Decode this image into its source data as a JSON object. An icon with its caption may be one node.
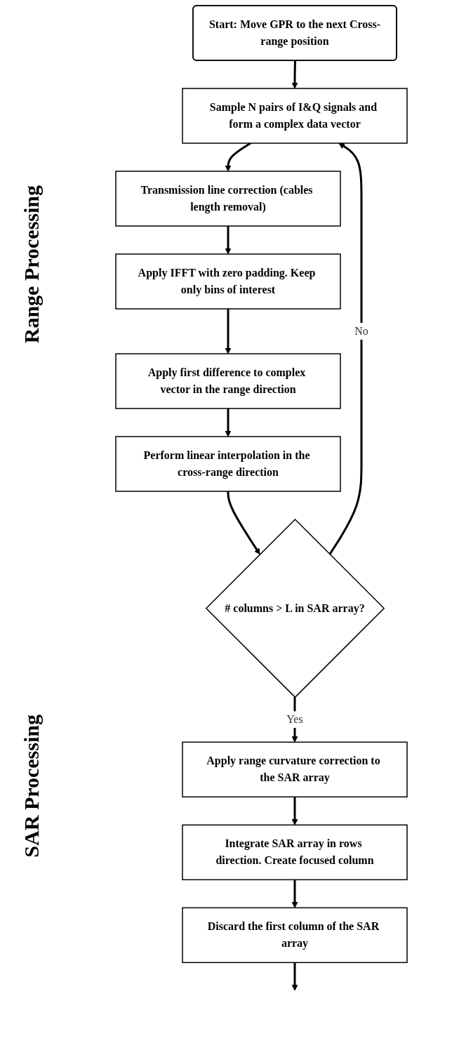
{
  "diagram": {
    "nodes": [
      {
        "text": [
          "Start: Move GPR to the next Cross-range position"
        ]
      },
      {
        "text": [
          "Sample N pairs of I&Q signals and form a complex data vector"
        ]
      },
      {
        "text": [
          "Transmission line correction (cables length removal)"
        ]
      },
      {
        "text": [
          "Apply IFFT with zero padding. Keep only bins of interest"
        ]
      },
      {
        "text": [
          "Apply first difference to complex vector in the range direction"
        ]
      },
      {
        "text": [
          "Perform linear interpolation in the cross-range direction"
        ]
      },
      {
        "text": [
          "# columns > L in SAR array?"
        ]
      },
      {
        "text": [
          "Apply range curvature correction to the SAR array"
        ]
      },
      {
        "text": [
          "Integrate SAR array in rows direction. Create focused column"
        ]
      },
      {
        "text": [
          "Discard the first column of the SAR array"
        ]
      }
    ],
    "edges": [
      {
        "from": 0,
        "to": 1,
        "arrow": "to"
      },
      {
        "from": 1,
        "to": 2,
        "arrow": "to"
      },
      {
        "from": 2,
        "to": 3,
        "arrow": "to"
      },
      {
        "from": 3,
        "to": 4,
        "arrow": "to"
      },
      {
        "from": 4,
        "to": 5,
        "arrow": "to"
      },
      {
        "from": 5,
        "to": 6,
        "arrow": "to"
      },
      {
        "from": 6,
        "to": 1,
        "label": "No",
        "arrow": "to"
      },
      {
        "from": 6,
        "to": 7,
        "label": "Yes",
        "arrow": "to"
      },
      {
        "from": 7,
        "to": 8,
        "arrow": "to"
      },
      {
        "from": 8,
        "to": 9,
        "arrow": "to"
      },
      {
        "from": 9,
        "to": null,
        "arrow": "to"
      }
    ],
    "labels": [
      "Range Processing",
      "SAR Processing"
    ]
  }
}
